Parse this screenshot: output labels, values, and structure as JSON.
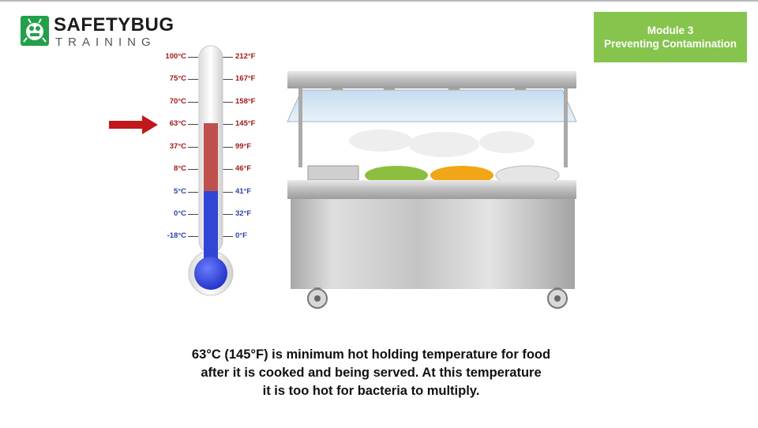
{
  "logo": {
    "title": "SAFETYBUG",
    "subtitle": "TRAINING"
  },
  "module": {
    "line1": "Module 3",
    "line2": "Preventing Contamination"
  },
  "thermometer": {
    "celsius": [
      "100°C",
      "75°C",
      "70°C",
      "63°C",
      "37°C",
      "8°C",
      "5°C",
      "0°C",
      "-18°C"
    ],
    "fahrenheit": [
      "212°F",
      "167°F",
      "158°F",
      "145°F",
      "99°F",
      "46°F",
      "41°F",
      "32°F",
      "0°F"
    ],
    "highlighted": "63°C"
  },
  "caption": {
    "line1": "63°C (145°F) is minimum hot holding temperature for food",
    "line2": "after it is cooked and being served. At this temperature",
    "line3": "it is too hot for bacteria to multiply."
  },
  "colors": {
    "brand_green": "#23a04a",
    "badge_green": "#86c44e",
    "hot_red": "#c0504d",
    "cold_blue": "#2f46d6",
    "arrow_red": "#c0181b"
  }
}
